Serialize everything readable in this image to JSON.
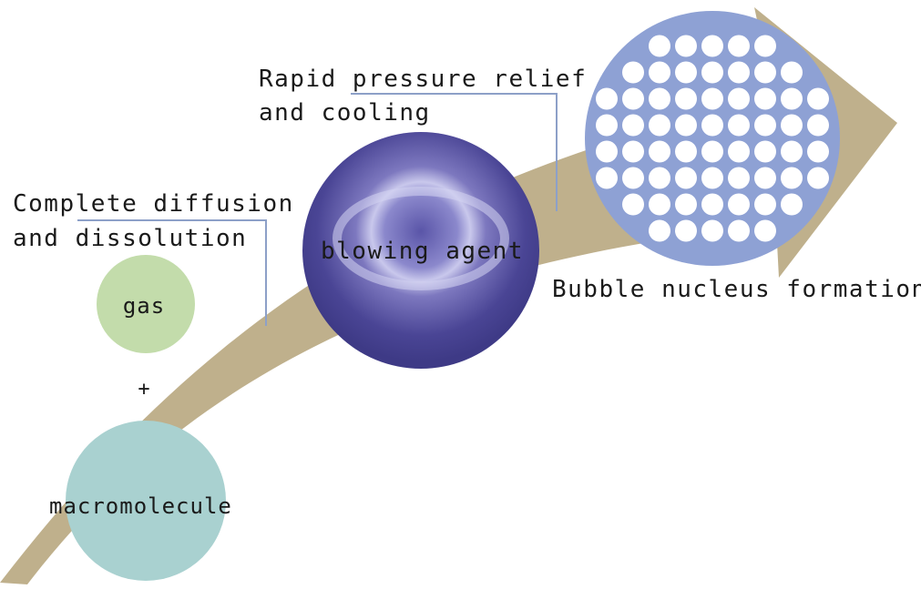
{
  "labels": {
    "gas": "gas",
    "plus": "+",
    "macromolecule": "macromolecule",
    "blowing_agent": "blowing agent",
    "complete_diffusion_line1": "Complete diffusion",
    "complete_diffusion_line2": "and dissolution",
    "rapid_pressure_line1": "Rapid pressure relief",
    "rapid_pressure_line2": "and cooling",
    "bubble_nucleus": "Bubble nucleus formation"
  },
  "colors": {
    "arrow": "#bfb08c",
    "gas_circle": "#c3dcab",
    "macromolecule_circle": "#a9d1d0",
    "blowing_agent_dark": "#3e3a86",
    "blowing_agent_light": "#c9c8ec",
    "nucleus_circle": "#8ea1d4",
    "bubble": "#ffffff",
    "leader_line": "#8da0c8"
  }
}
